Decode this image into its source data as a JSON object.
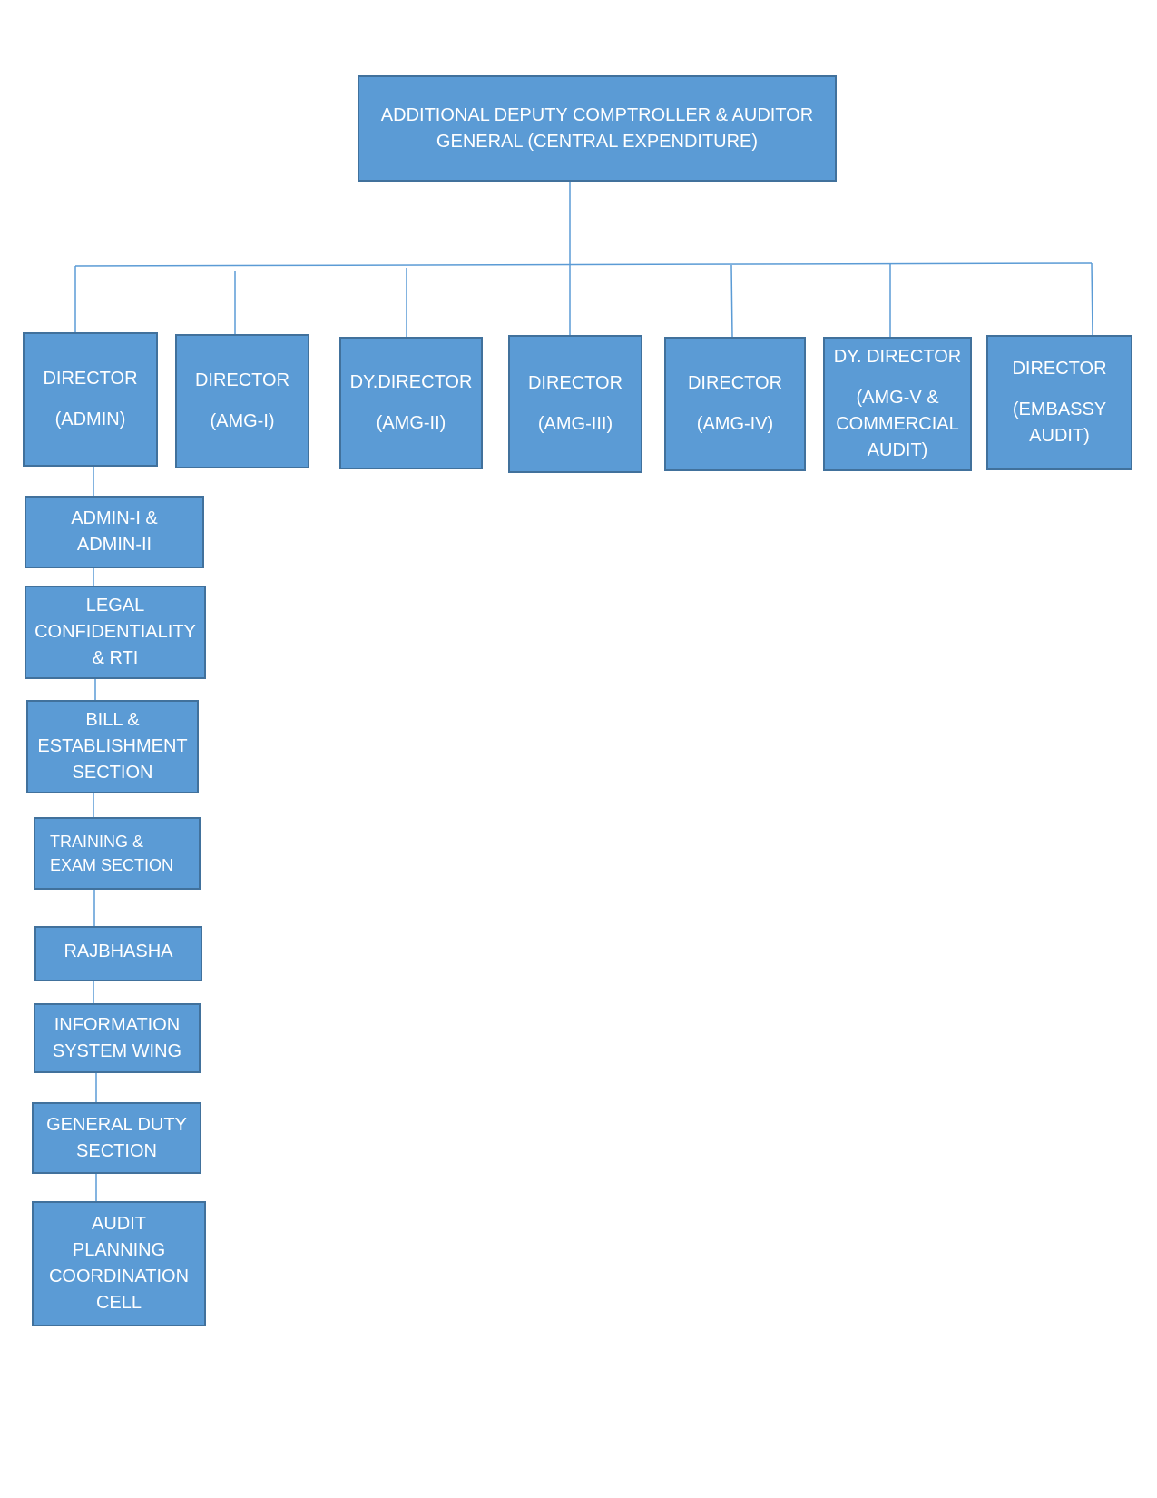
{
  "root": {
    "line1": "ADDITIONAL DEPUTY COMPTROLLER & AUDITOR",
    "line2": "GENERAL (CENTRAL EXPENDITURE)"
  },
  "directors": [
    {
      "title": "DIRECTOR",
      "lines": [
        "(ADMIN)"
      ]
    },
    {
      "title": "DIRECTOR",
      "lines": [
        "(AMG-I)"
      ]
    },
    {
      "title": "DY.DIRECTOR",
      "lines": [
        "(AMG-II)"
      ]
    },
    {
      "title": "DIRECTOR",
      "lines": [
        "(AMG-III)"
      ]
    },
    {
      "title": "DIRECTOR",
      "lines": [
        "(AMG-IV)"
      ]
    },
    {
      "title": "DY. DIRECTOR",
      "lines": [
        "(AMG-V &",
        "COMMERCIAL",
        "AUDIT)"
      ]
    },
    {
      "title": "DIRECTOR",
      "lines": [
        "(EMBASSY",
        "AUDIT)"
      ]
    }
  ],
  "sections": [
    {
      "lines": [
        "ADMIN-I &",
        "ADMIN-II"
      ]
    },
    {
      "lines": [
        "LEGAL",
        "CONFIDENTIALITY",
        "& RTI"
      ]
    },
    {
      "lines": [
        "BILL &",
        "ESTABLISHMENT",
        "SECTION"
      ]
    },
    {
      "lines": [
        "TRAINING &",
        "EXAM SECTION"
      ]
    },
    {
      "lines": [
        "RAJBHASHA"
      ]
    },
    {
      "lines": [
        "INFORMATION",
        "SYSTEM WING"
      ]
    },
    {
      "lines": [
        "GENERAL DUTY",
        "SECTION"
      ]
    },
    {
      "lines": [
        "AUDIT",
        "PLANNING",
        "COORDINATION",
        "CELL"
      ]
    }
  ]
}
